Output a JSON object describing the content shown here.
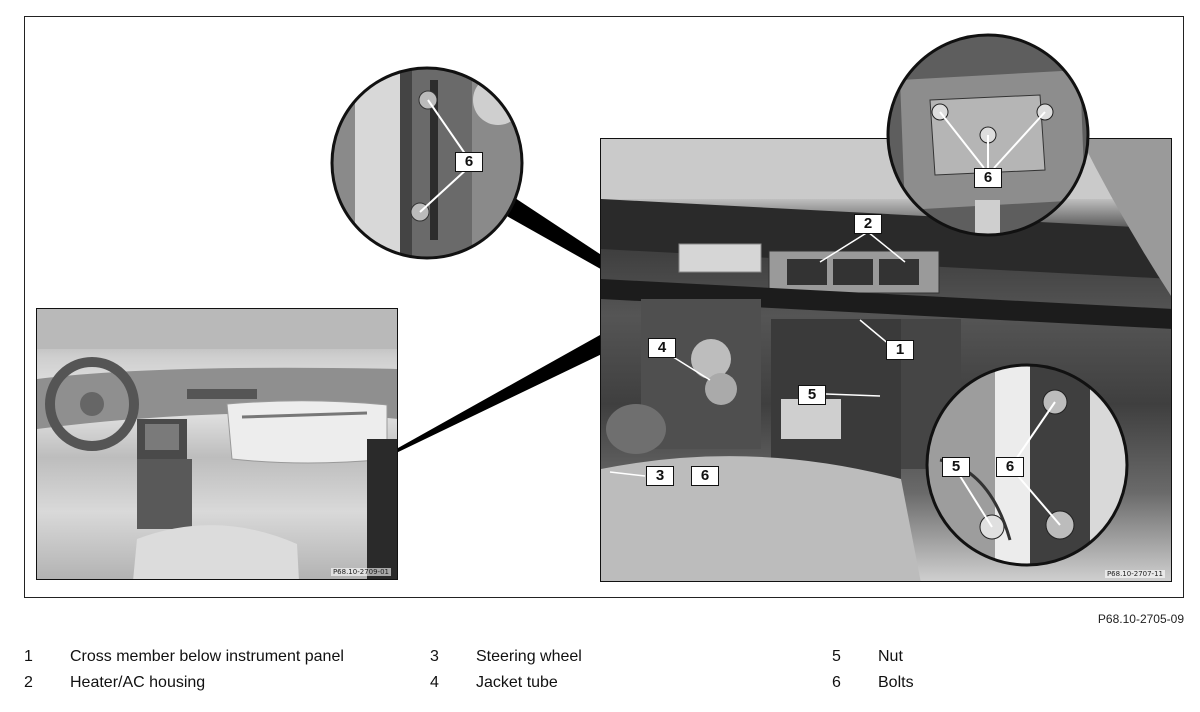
{
  "figure": {
    "code": "P68.10-2705-09",
    "photo_codes": {
      "dashboard": "P68.10-2709-01",
      "main": "P68.10-2707-11"
    }
  },
  "callouts": {
    "c6_top_left": "6",
    "c6_top_right": "6",
    "c2": "2",
    "c1": "1",
    "c4": "4",
    "c5_main": "5",
    "c3": "3",
    "c6_main": "6",
    "c5_detail": "5",
    "c6_detail": "6"
  },
  "legend": [
    {
      "number": "1",
      "label": "Cross member below instrument panel"
    },
    {
      "number": "2",
      "label": "Heater/AC housing"
    },
    {
      "number": "3",
      "label": "Steering wheel"
    },
    {
      "number": "4",
      "label": "Jacket tube"
    },
    {
      "number": "5",
      "label": "Nut"
    },
    {
      "number": "6",
      "label": "Bolts"
    }
  ]
}
